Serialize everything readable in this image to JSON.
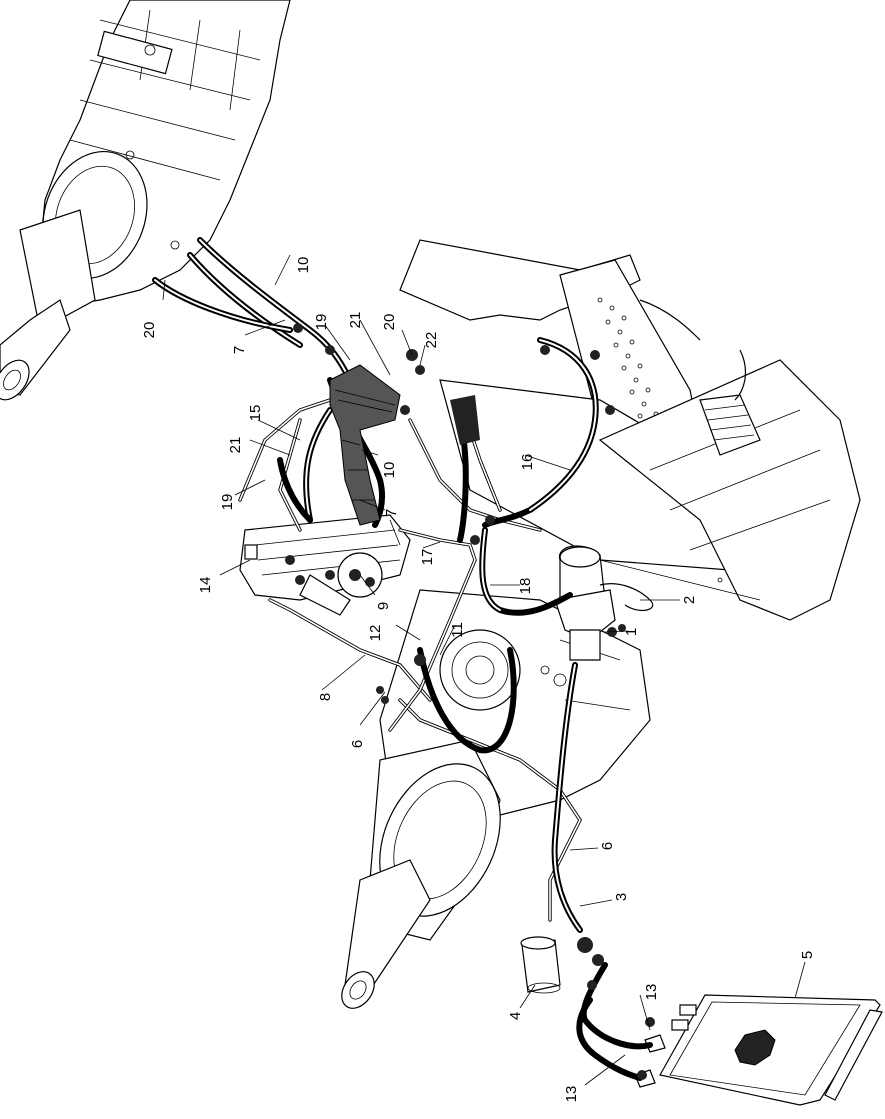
{
  "callouts": [
    {
      "id": "c1",
      "text": "1"
    },
    {
      "id": "c2",
      "text": "2"
    },
    {
      "id": "c3",
      "text": "3"
    },
    {
      "id": "c4",
      "text": "4"
    },
    {
      "id": "c5",
      "text": "5"
    },
    {
      "id": "c6a",
      "text": "6"
    },
    {
      "id": "c6b",
      "text": "6"
    },
    {
      "id": "c7a",
      "text": "7"
    },
    {
      "id": "c7b",
      "text": "7"
    },
    {
      "id": "c8",
      "text": "8"
    },
    {
      "id": "c9",
      "text": "9"
    },
    {
      "id": "c10a",
      "text": "10"
    },
    {
      "id": "c10b",
      "text": "10"
    },
    {
      "id": "c11",
      "text": "11"
    },
    {
      "id": "c12",
      "text": "12"
    },
    {
      "id": "c13a",
      "text": "13"
    },
    {
      "id": "c13b",
      "text": "13"
    },
    {
      "id": "c14",
      "text": "14"
    },
    {
      "id": "c15",
      "text": "15"
    },
    {
      "id": "c16",
      "text": "16"
    },
    {
      "id": "c17",
      "text": "17"
    },
    {
      "id": "c18",
      "text": "18"
    },
    {
      "id": "c19a",
      "text": "19"
    },
    {
      "id": "c19b",
      "text": "19"
    },
    {
      "id": "c20a",
      "text": "20"
    },
    {
      "id": "c20b",
      "text": "20"
    },
    {
      "id": "c21a",
      "text": "21"
    },
    {
      "id": "c21b",
      "text": "21"
    },
    {
      "id": "c22",
      "text": "22"
    }
  ]
}
